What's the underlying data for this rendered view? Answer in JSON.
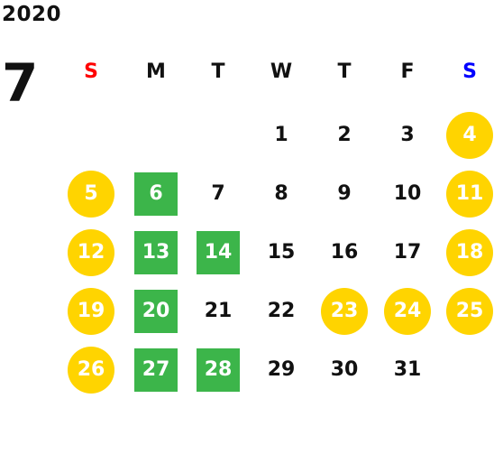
{
  "year": "2020",
  "month": "7",
  "colors": {
    "text": "#111111",
    "sunday_header": "#ff0000",
    "saturday_header": "#0000ff",
    "yellow_circle": "#ffd400",
    "green_square": "#3cb54a"
  },
  "weekdays": [
    "S",
    "M",
    "T",
    "W",
    "T",
    "F",
    "S"
  ],
  "weeks": [
    [
      {
        "d": ""
      },
      {
        "d": ""
      },
      {
        "d": ""
      },
      {
        "d": "1"
      },
      {
        "d": "2"
      },
      {
        "d": "3"
      },
      {
        "d": "4",
        "m": "yellow"
      }
    ],
    [
      {
        "d": "5",
        "m": "yellow"
      },
      {
        "d": "6",
        "m": "green"
      },
      {
        "d": "7"
      },
      {
        "d": "8"
      },
      {
        "d": "9"
      },
      {
        "d": "10"
      },
      {
        "d": "11",
        "m": "yellow"
      }
    ],
    [
      {
        "d": "12",
        "m": "yellow"
      },
      {
        "d": "13",
        "m": "green"
      },
      {
        "d": "14",
        "m": "green"
      },
      {
        "d": "15"
      },
      {
        "d": "16"
      },
      {
        "d": "17"
      },
      {
        "d": "18",
        "m": "yellow"
      }
    ],
    [
      {
        "d": "19",
        "m": "yellow"
      },
      {
        "d": "20",
        "m": "green"
      },
      {
        "d": "21"
      },
      {
        "d": "22"
      },
      {
        "d": "23",
        "m": "yellow"
      },
      {
        "d": "24",
        "m": "yellow"
      },
      {
        "d": "25",
        "m": "yellow"
      }
    ],
    [
      {
        "d": "26",
        "m": "yellow"
      },
      {
        "d": "27",
        "m": "green"
      },
      {
        "d": "28",
        "m": "green"
      },
      {
        "d": "29"
      },
      {
        "d": "30"
      },
      {
        "d": "31"
      },
      {
        "d": ""
      }
    ]
  ]
}
